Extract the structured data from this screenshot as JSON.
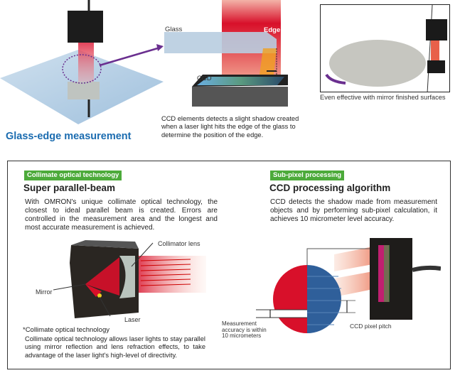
{
  "top": {
    "title": "Glass-edge measurement",
    "diagram_labels": {
      "glass": "Glass",
      "edge": "Edge",
      "ccd": "CCD"
    },
    "diagram_caption": "CCD elements detects a slight shadow created when a laser light hits the edge of the glass to determine the position of the edge.",
    "photo_caption": "Even effective with mirror finished surfaces"
  },
  "left_panel": {
    "tag": "Collimate optical technology",
    "title": "Super parallel-beam",
    "body": "With OMRON's unique collimate optical technology, the closest to ideal parallel beam is created. Errors are controlled in the measurement area and the longest and most accurate measurement is achieved.",
    "labels": {
      "lens": "Collimator lens",
      "mirror": "Mirror",
      "laser": "Laser"
    },
    "footnote": "*Collimate optical technology",
    "footnote_body": "Collimate optical technology allows laser lights to stay parallel using mirror reflection and lens refraction effects, to take advantage of the laser light's high-level of directivity."
  },
  "right_panel": {
    "tag": "Sub-pixel processing",
    "title": "CCD processing algorithm",
    "body": "CCD detects the shadow made from measurement objects and by performing sub-pixel calculation, it achieves 10 micrometer level accuracy.",
    "labels": {
      "accuracy": "Measurement accuracy is within 10 micrometers",
      "pitch": "CCD pixel pitch"
    }
  },
  "colors": {
    "accent_blue": "#1b6cb0",
    "tag_green": "#4caa3a",
    "laser_red": "#d8102a",
    "arrow_purple": "#6a2f8f"
  }
}
